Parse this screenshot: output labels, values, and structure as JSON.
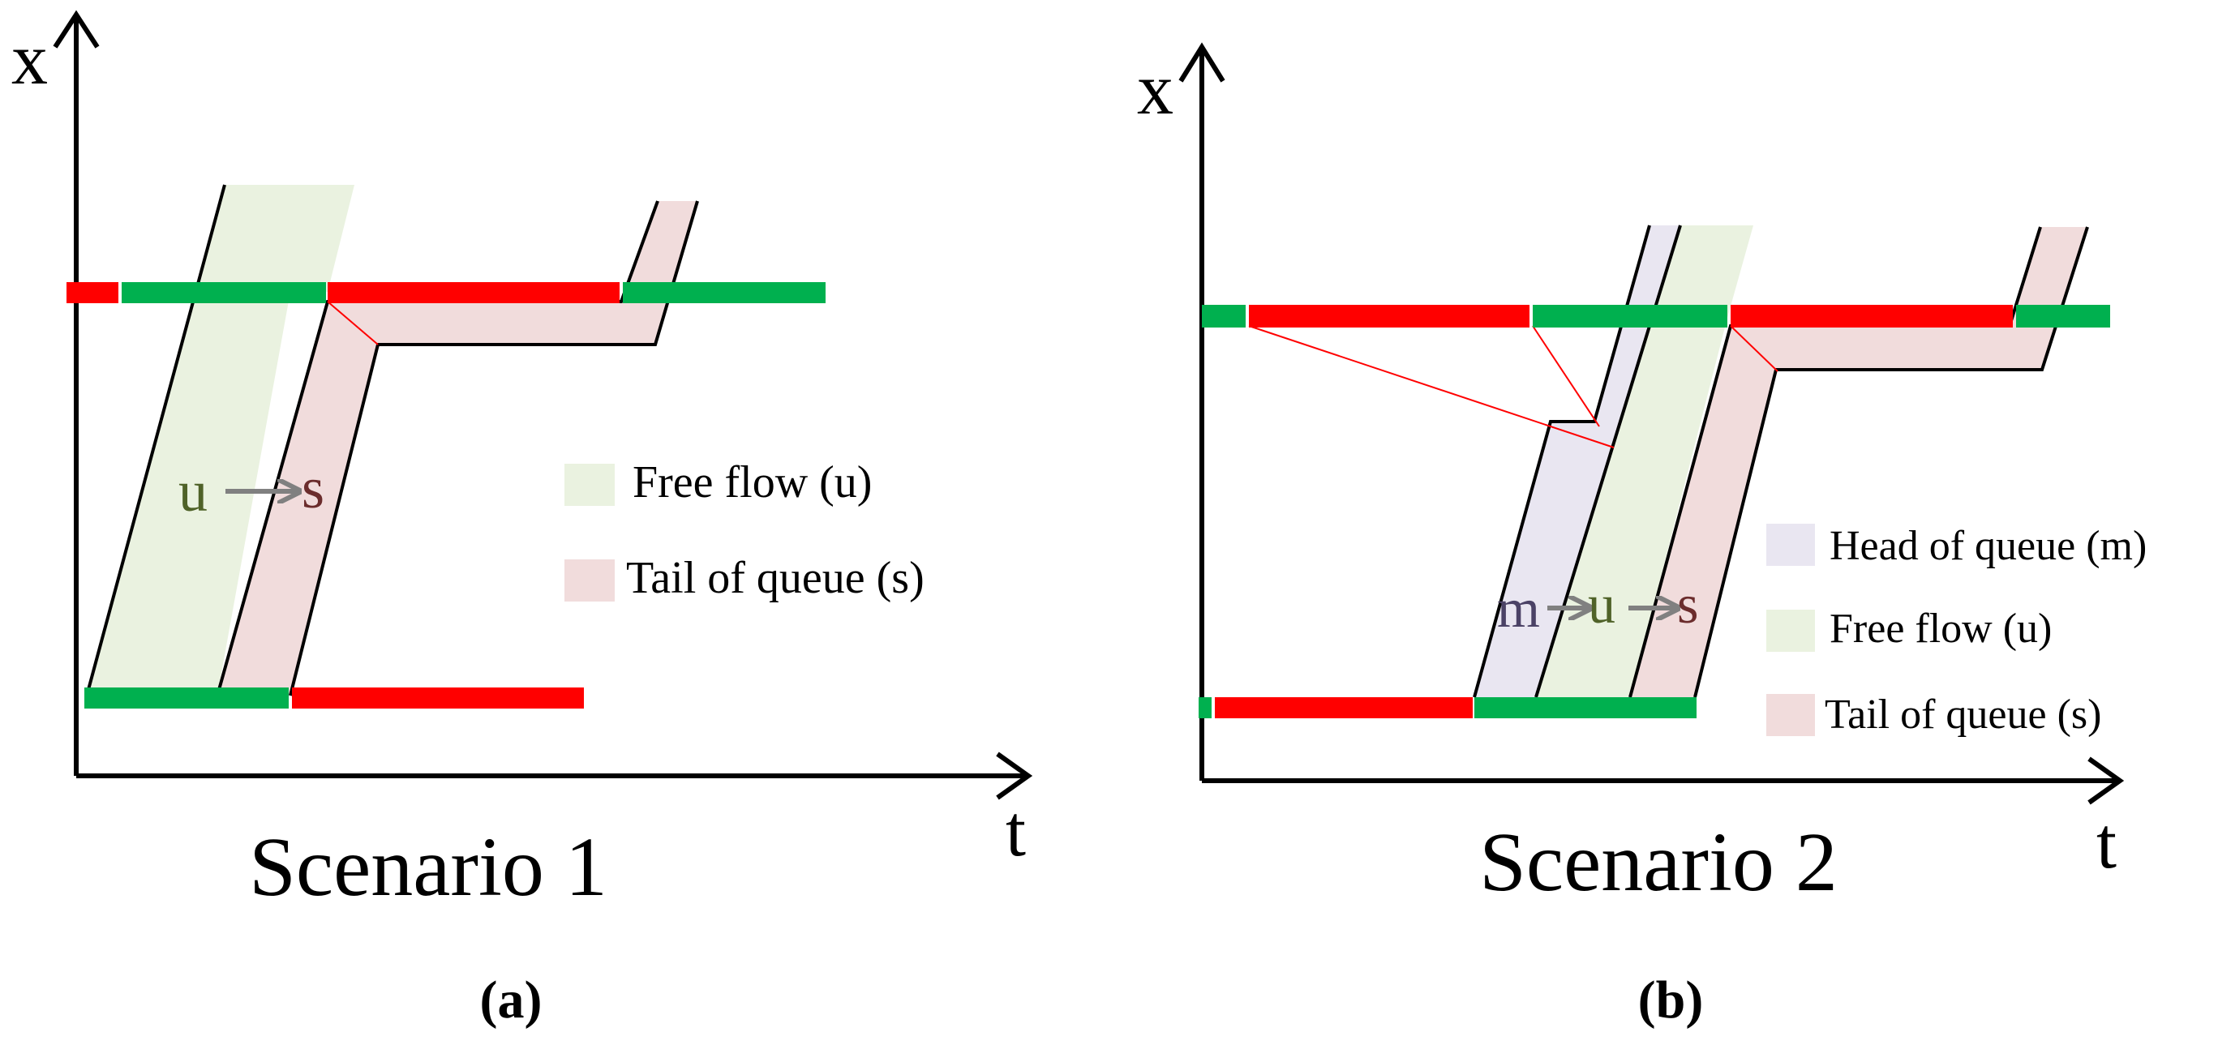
{
  "panels": [
    {
      "axis_y_label": "x",
      "axis_x_label": "t",
      "title": "Scenario 1",
      "caption": "(a)",
      "flow_label": {
        "from": "u",
        "to": "s"
      },
      "legend": [
        {
          "label": "Free flow (u)",
          "color": "#eaf2e0"
        },
        {
          "label": "Tail of queue (s)",
          "color": "#f1dcdc"
        }
      ]
    },
    {
      "axis_y_label": "x",
      "axis_x_label": "t",
      "title": "Scenario 2",
      "caption": "(b)",
      "flow_label": {
        "first": "m",
        "second": "u",
        "third": "s"
      },
      "legend": [
        {
          "label": "Head of queue (m)",
          "color": "#e9e6f1"
        },
        {
          "label": "Free flow (u)",
          "color": "#eaf2e0"
        },
        {
          "label": "Tail of queue (s)",
          "color": "#f1dcdc"
        }
      ]
    }
  ],
  "colors": {
    "signal_green": "#00b04f",
    "signal_red": "#ff0000",
    "free_flow_fill": "#eaf2e0",
    "tail_queue_fill": "#f1dcdc",
    "head_queue_fill": "#e9e6f1",
    "label_u": "#4f6228",
    "label_s": "#6b2c2c",
    "label_m": "#4b4266",
    "arrow": "#808080"
  }
}
